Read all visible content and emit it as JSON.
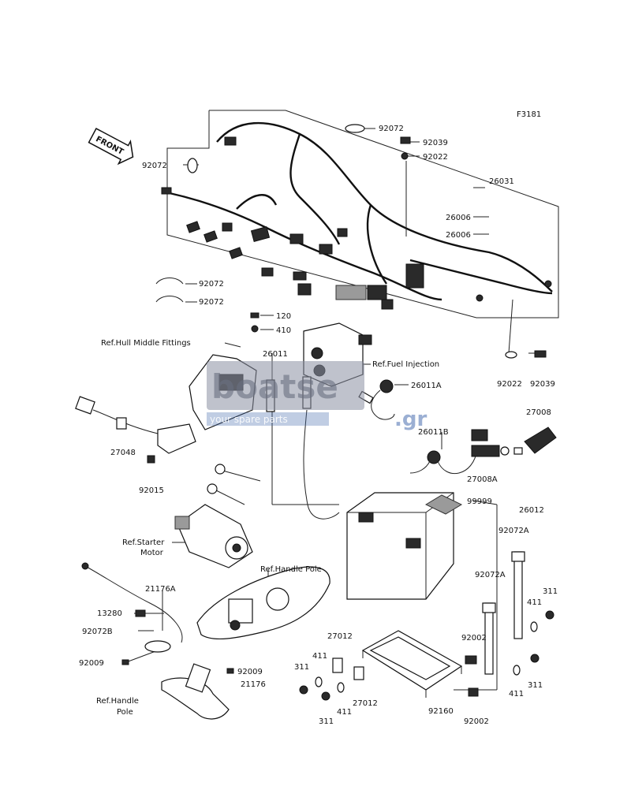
{
  "figure_code": "F3181",
  "front_arrow_label": "FRONT",
  "watermark": {
    "logo": "boatse",
    "suffix": ".gr",
    "tagline": "your spare parts"
  },
  "parts": {
    "p_92072_top": "92072",
    "p_92039_top": "92039",
    "p_92022_top": "92022",
    "p_92072_left": "92072",
    "p_26031": "26031",
    "p_26006_a": "26006",
    "p_26006_b": "26006",
    "p_92072_mid1": "92072",
    "p_92072_mid2": "92072",
    "p_120": "120",
    "p_410": "410",
    "ref_hull": "Ref.Hull Middle Fittings",
    "p_26011": "26011",
    "ref_fuel": "Ref.Fuel Injection",
    "p_26011A": "26011A",
    "p_92022_right": "92022",
    "p_92039_right": "92039",
    "p_27008": "27008",
    "p_27048": "27048",
    "p_26011B": "26011B",
    "p_27008A": "27008A",
    "p_92015": "92015",
    "p_99999": "99999",
    "p_26012": "26012",
    "ref_starter_1": "Ref.Starter",
    "ref_starter_2": "Motor",
    "p_92072A_a": "92072A",
    "ref_handle_pole": "Ref.Handle Pole",
    "p_21176A": "21176A",
    "p_92072A_b": "92072A",
    "p_311_a": "311",
    "p_411_a": "411",
    "p_13280": "13280",
    "p_92072B": "92072B",
    "p_27012_a": "27012",
    "p_92002_a": "92002",
    "p_411_b": "411",
    "p_311_b": "311",
    "p_92009_a": "92009",
    "p_92009_b": "92009",
    "p_21176": "21176",
    "p_27012_b": "27012",
    "ref_handle_pole2_1": "Ref.Handle",
    "ref_handle_pole2_2": "Pole",
    "p_311_c": "311",
    "p_411_c": "411",
    "p_311_d": "311",
    "p_92160": "92160",
    "p_92002_b": "92002",
    "p_411_d": "411"
  }
}
